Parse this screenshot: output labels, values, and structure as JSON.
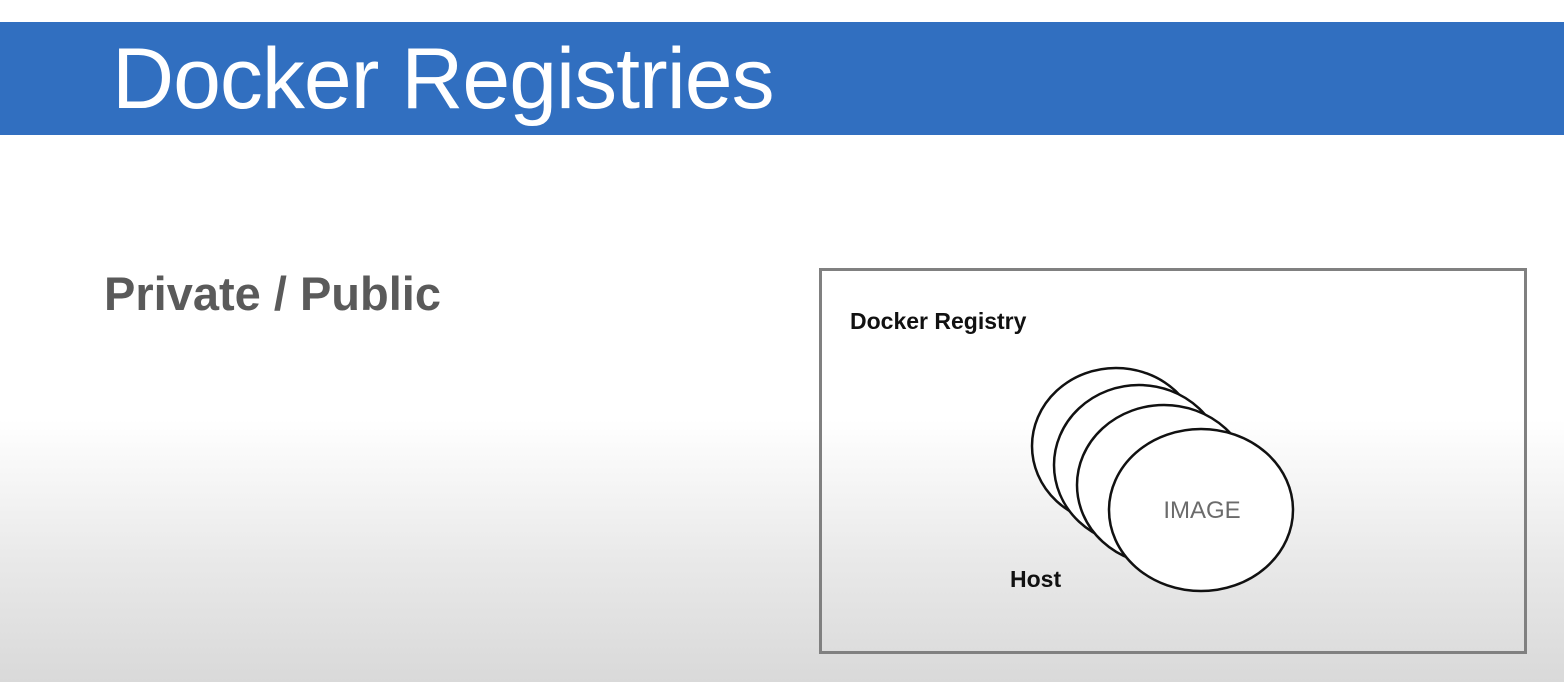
{
  "slide": {
    "title": "Docker Registries",
    "subtitle": "Private / Public"
  },
  "diagram": {
    "registry_label": "Docker Registry",
    "host_label": "Host",
    "image_label": "IMAGE",
    "image_count": 4
  },
  "colors": {
    "title_bar": "#316fc0",
    "title_text": "#ffffff",
    "subtitle_text": "#5a5a5a",
    "box_border": "#808080",
    "diagram_text": "#111111",
    "image_text": "#6b6b6b"
  }
}
